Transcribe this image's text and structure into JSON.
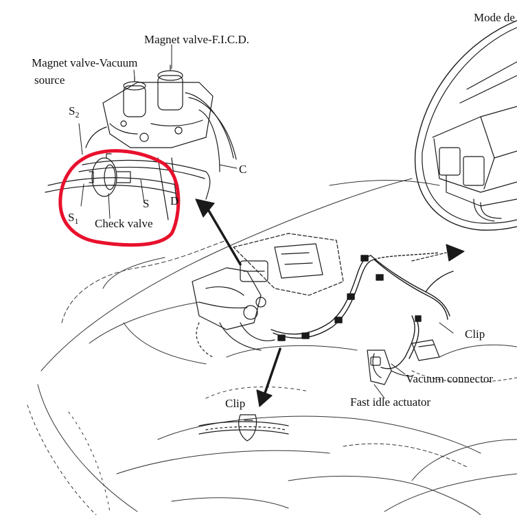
{
  "labels": {
    "magnet_valve_ficd": "Magnet valve-F.I.C.D.",
    "magnet_valve_vacuum_line1": "Magnet valve-Vacuum",
    "magnet_valve_vacuum_line2": "source",
    "s2": "S",
    "s2_sub": "2",
    "s": "S",
    "d": "D",
    "c": "C",
    "s1": "S",
    "s1_sub": "1",
    "check_valve": "Check valve",
    "mode_de": "Mode de",
    "clip_right": "Clip",
    "vacuum_connector": "Vacuum connector",
    "fast_idle_actuator": "Fast idle actuator",
    "clip_bottom": "Clip"
  },
  "colors": {
    "highlight_ring": "#e8112d",
    "line_art": "#1a1a1a",
    "background": "#ffffff"
  }
}
